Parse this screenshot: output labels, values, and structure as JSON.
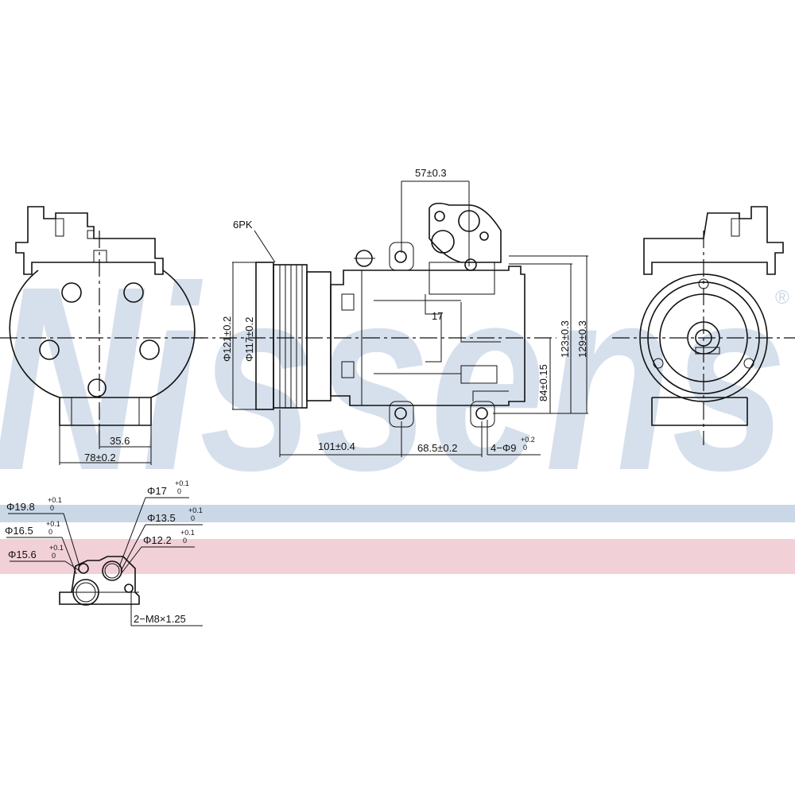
{
  "watermark": {
    "brand": "Nissens",
    "registered": "®",
    "band_colors": [
      "#c9d7e6",
      "#f2d0d8"
    ]
  },
  "front_view": {
    "dim_small": "35.6",
    "dim_width": "78±0.2"
  },
  "side_view": {
    "belt": "6PK",
    "pulley_outer": "Φ121±0.2",
    "pulley_inner": "Φ117±0.2",
    "port_spacing": "57±0.3",
    "height_1": "123±0.3",
    "height_2": "129±0.3",
    "center_height": "84±0.15",
    "length_1": "101±0.4",
    "length_2": "68.5±0.2",
    "holes_main": "4−Φ9",
    "holes_tol_top": "+0.2",
    "holes_tol_bottom": "0",
    "marker": "17"
  },
  "port_detail": {
    "tol_top": "+0.1",
    "tol_bottom": "0",
    "labels": [
      "Φ19.8",
      "Φ16.5",
      "Φ15.6",
      "Φ17",
      "Φ13.5",
      "Φ12.2"
    ],
    "thread": "2−M8×1.25"
  }
}
